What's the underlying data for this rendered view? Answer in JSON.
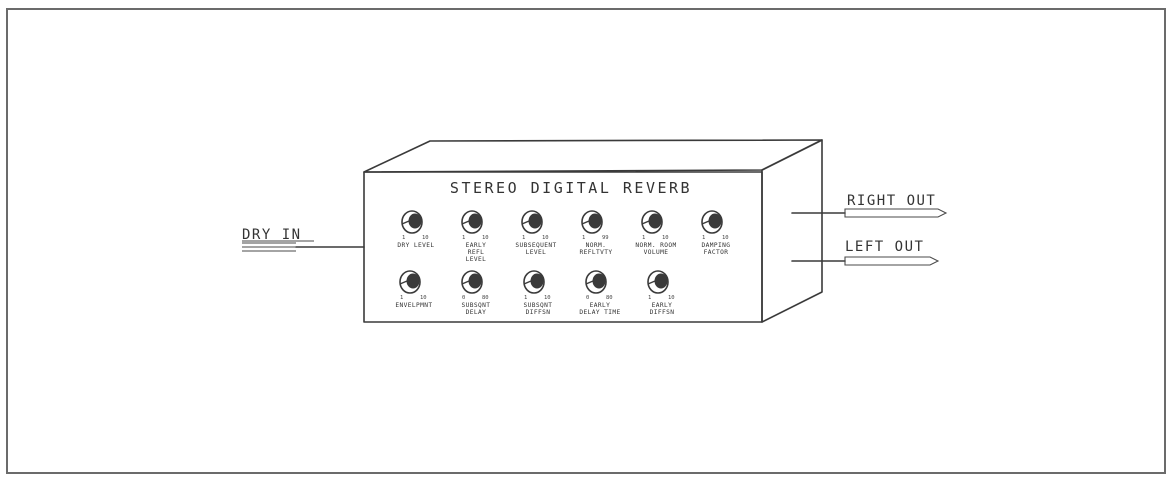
{
  "panel": {
    "title": "STEREO DIGITAL REVERB"
  },
  "inputs": [
    {
      "label": "DRY IN"
    }
  ],
  "outputs": [
    {
      "label": "RIGHT OUT"
    },
    {
      "label": "LEFT OUT"
    }
  ],
  "knobs_row1": [
    {
      "lines": [
        "DRY LEVEL"
      ],
      "min": "1",
      "max": "10"
    },
    {
      "lines": [
        "EARLY",
        "REFL",
        "LEVEL"
      ],
      "min": "1",
      "max": "10"
    },
    {
      "lines": [
        "SUBSEQUENT",
        "LEVEL"
      ],
      "min": "1",
      "max": "10"
    },
    {
      "lines": [
        "NORM.",
        "REFLTVTY"
      ],
      "min": "1",
      "max": "99"
    },
    {
      "lines": [
        "NORM. ROOM",
        "VOLUME"
      ],
      "min": "1",
      "max": "10"
    },
    {
      "lines": [
        "DAMPING",
        "FACTOR"
      ],
      "min": "1",
      "max": "10"
    }
  ],
  "knobs_row2": [
    {
      "lines": [
        "ENVELPMNT"
      ],
      "min": "1",
      "max": "10"
    },
    {
      "lines": [
        "SUBSQNT",
        "DELAY"
      ],
      "min": "0",
      "max": "80"
    },
    {
      "lines": [
        "SUBSQNT",
        "DIFFSN"
      ],
      "min": "1",
      "max": "10"
    },
    {
      "lines": [
        "EARLY",
        "DELAY TIME"
      ],
      "min": "0",
      "max": "80"
    },
    {
      "lines": [
        "EARLY",
        "DIFFSN"
      ],
      "min": "1",
      "max": "10"
    }
  ]
}
